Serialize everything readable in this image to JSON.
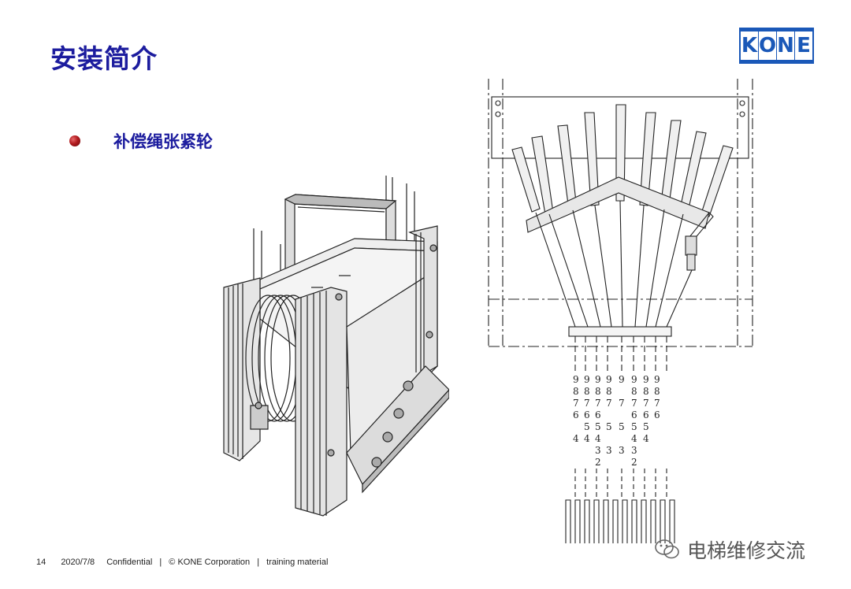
{
  "slide": {
    "title": "安装简介",
    "bullet": "补偿绳张紧轮"
  },
  "logo": {
    "letters": [
      "K",
      "O",
      "N",
      "E"
    ],
    "color": "#1a58b8"
  },
  "footer": {
    "page": "14",
    "date": "2020/7/8",
    "confidential": "Confidential",
    "sep1": "|",
    "company": "© KONE Corporation",
    "sep2": "|",
    "material": "training material"
  },
  "watermark": {
    "text": "电梯维修交流"
  },
  "diagram": {
    "cols": [
      {
        "digits": [
          "9",
          "8",
          "7",
          "6",
          "",
          "4"
        ]
      },
      {
        "digits": [
          "9",
          "8",
          "7",
          "6",
          "5",
          "4"
        ]
      },
      {
        "digits": [
          "9",
          "8",
          "7",
          "6",
          "5",
          "4",
          "3",
          "2"
        ]
      },
      {
        "digits": [
          "9",
          "8",
          "7",
          "",
          "5",
          "",
          "3"
        ]
      },
      {
        "digits": [
          "9",
          "",
          "7",
          "",
          "5",
          "",
          "3"
        ]
      },
      {
        "digits": [
          "9",
          "8",
          "7",
          "6",
          "5",
          "4",
          "3",
          "2"
        ]
      },
      {
        "digits": [
          "9",
          "8",
          "7",
          "6",
          "5",
          "4"
        ]
      },
      {
        "digits": [
          "9",
          "8",
          "7",
          "6",
          "",
          ""
        ]
      }
    ]
  }
}
